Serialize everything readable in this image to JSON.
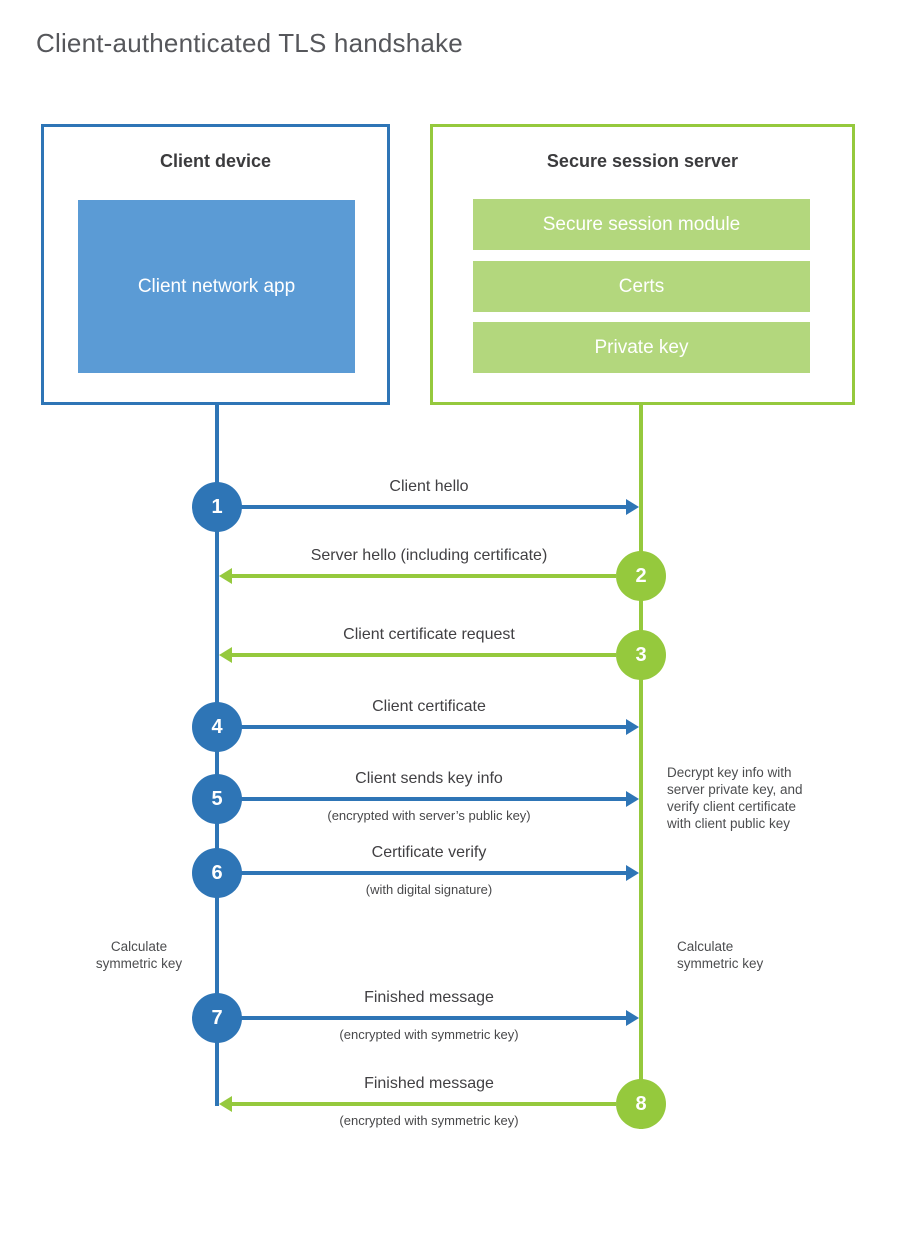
{
  "title": "Client-authenticated TLS handshake",
  "colors": {
    "blue_stroke": "#2e75b6",
    "blue_fill": "#5b9bd5",
    "green_stroke": "#95c93d",
    "green_fill": "#b3d77d",
    "heading_text": "#3b3b3d",
    "body_text": "#414043"
  },
  "client": {
    "title": "Client device",
    "app_label": "Client network app"
  },
  "server": {
    "title": "Secure session server",
    "modules": [
      "Secure session module",
      "Certs",
      "Private key"
    ]
  },
  "steps": [
    {
      "num": "1",
      "label": "Client hello",
      "direction": "client-to-server"
    },
    {
      "num": "2",
      "label": "Server hello (including certificate)",
      "direction": "server-to-client"
    },
    {
      "num": "3",
      "label": "Client certificate request",
      "direction": "server-to-client"
    },
    {
      "num": "4",
      "label": "Client certificate",
      "direction": "client-to-server"
    },
    {
      "num": "5",
      "label": "Client sends key info",
      "sub": "(encrypted with server’s public key)",
      "direction": "client-to-server"
    },
    {
      "num": "6",
      "label": "Certificate verify",
      "sub": "(with digital signature)",
      "direction": "client-to-server"
    },
    {
      "num": "7",
      "label": "Finished message",
      "sub": "(encrypted with symmetric key)",
      "direction": "client-to-server"
    },
    {
      "num": "8",
      "label": "Finished message",
      "sub": "(encrypted with symmetric key)",
      "direction": "server-to-client"
    }
  ],
  "notes": {
    "decrypt": {
      "lines": [
        "Decrypt key info with",
        "server private key, and",
        "verify client certificate",
        "with client public key"
      ]
    },
    "calc_left": {
      "lines": [
        "Calculate",
        "symmetric key"
      ]
    },
    "calc_right": {
      "lines": [
        "Calculate",
        "symmetric key"
      ]
    }
  }
}
